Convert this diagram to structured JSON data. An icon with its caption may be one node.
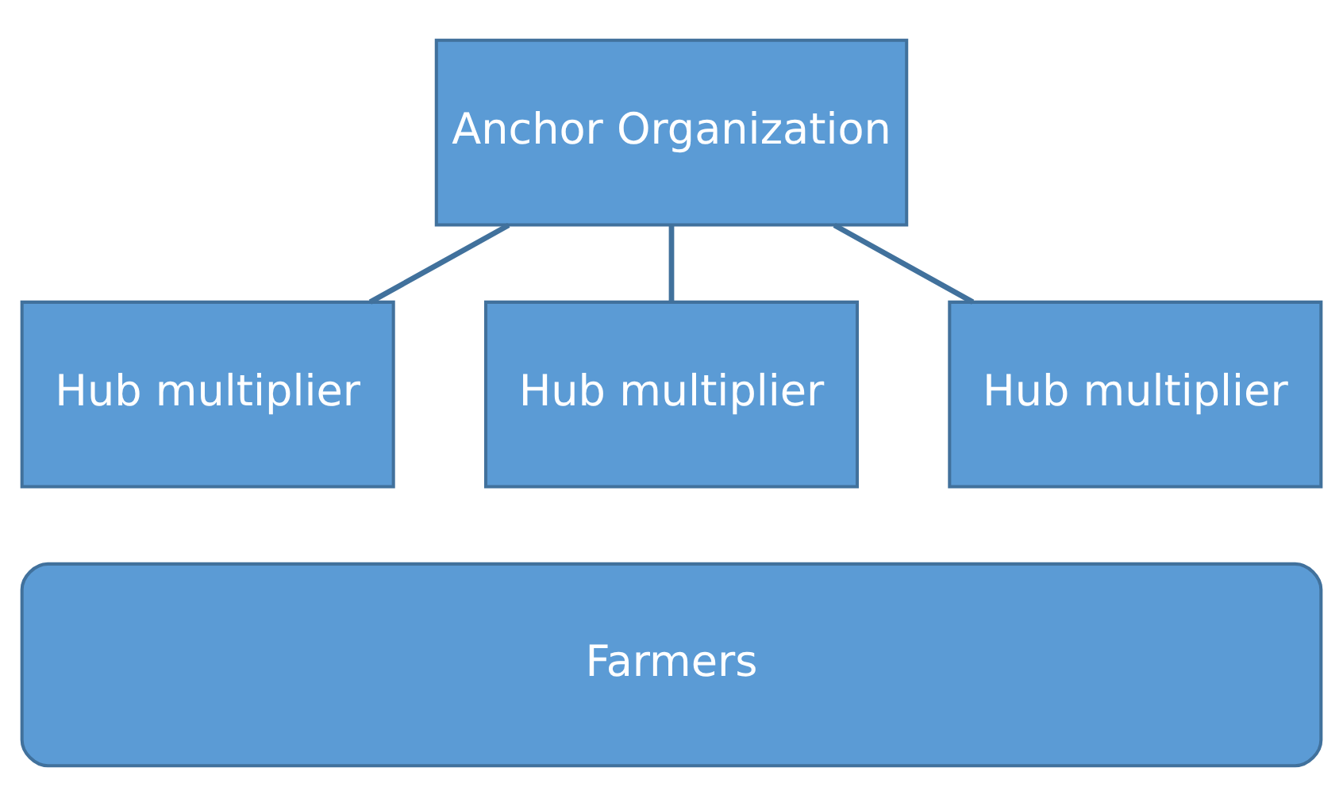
{
  "diagram": {
    "nodes": [
      {
        "text": [
          "Anchor Organization"
        ]
      },
      {
        "text": [
          "Hub multiplier"
        ]
      },
      {
        "text": [
          "Hub multiplier"
        ]
      },
      {
        "text": [
          "Hub multiplier"
        ]
      },
      {
        "text": [
          "Farmers"
        ]
      }
    ],
    "edges": [
      {
        "from": 0,
        "to": 1,
        "arrow": "none"
      },
      {
        "from": 0,
        "to": 2,
        "arrow": "none"
      },
      {
        "from": 0,
        "to": 3,
        "arrow": "none"
      }
    ]
  }
}
